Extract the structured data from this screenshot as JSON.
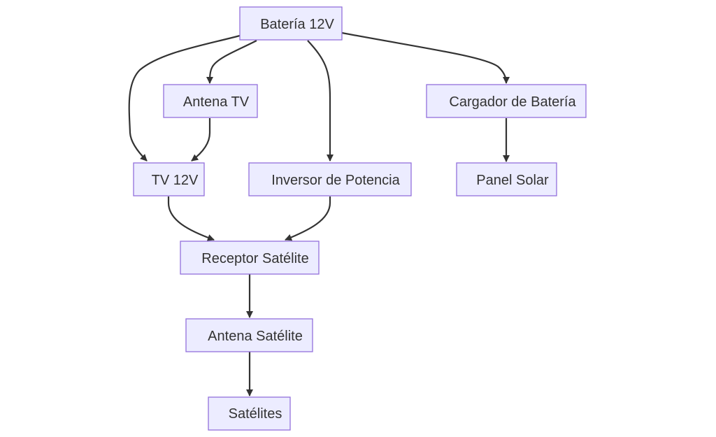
{
  "nodes": {
    "bateria": "Batería 12V",
    "antena_tv": "Antena TV",
    "cargador": "Cargador de Batería",
    "tv": "TV 12V",
    "inversor": "Inversor de Potencia",
    "panel": "Panel Solar",
    "receptor": "Receptor Satélite",
    "antena_sat": "Antena Satélite",
    "satelites": "Satélites"
  },
  "edges": [
    {
      "from": "bateria",
      "to": "tv"
    },
    {
      "from": "bateria",
      "to": "antena_tv"
    },
    {
      "from": "bateria",
      "to": "inversor"
    },
    {
      "from": "bateria",
      "to": "cargador"
    },
    {
      "from": "antena_tv",
      "to": "tv"
    },
    {
      "from": "cargador",
      "to": "panel"
    },
    {
      "from": "tv",
      "to": "receptor"
    },
    {
      "from": "inversor",
      "to": "receptor"
    },
    {
      "from": "receptor",
      "to": "antena_sat"
    },
    {
      "from": "antena_sat",
      "to": "satelites"
    }
  ],
  "colors": {
    "node_fill": "#ECECFF",
    "node_stroke": "#9370DB",
    "edge": "#333333",
    "text": "#333333"
  }
}
